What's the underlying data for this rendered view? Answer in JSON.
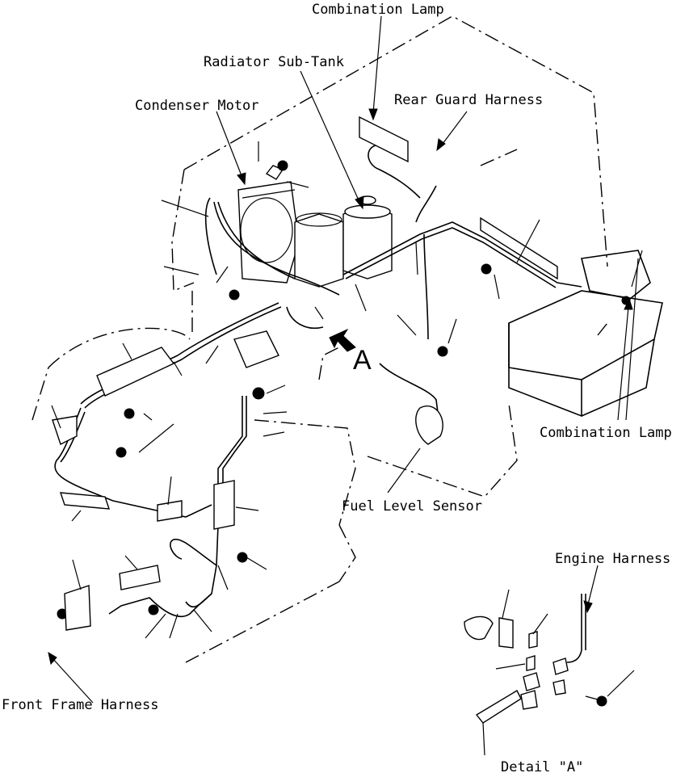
{
  "labels": {
    "combination_lamp_top": "Combination Lamp",
    "radiator_sub_tank": "Radiator Sub-Tank",
    "condenser_motor": "Condenser Motor",
    "rear_guard_harness": "Rear Guard Harness",
    "combination_lamp_right": "Combination Lamp",
    "fuel_level_sensor": "Fuel Level Sensor",
    "engine_harness": "Engine Harness",
    "front_frame_harness": "Front Frame Harness",
    "detail_a": "Detail \"A\"",
    "view_a": "A"
  }
}
